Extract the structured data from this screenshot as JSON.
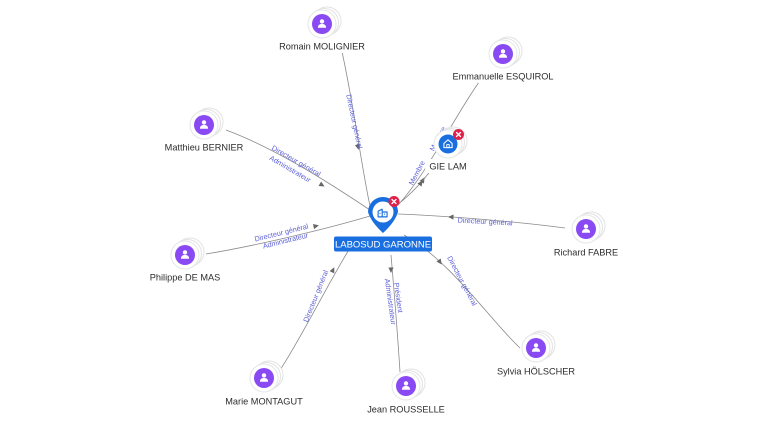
{
  "colors": {
    "person": "#8a4af3",
    "company": "#1a6fe0",
    "edge_label": "#5b5fd6",
    "close_badge": "#e0224b"
  },
  "center": {
    "name": "LABOSUD GARONNE",
    "icon": "building-icon",
    "badge_icon": "close-icon"
  },
  "company_nodes": [
    {
      "name": "GIE LAM",
      "icon": "home-icon",
      "badge_icon": "close-icon"
    }
  ],
  "person_nodes": [
    {
      "name": "Romain MOLIGNIER",
      "icon": "person-icon"
    },
    {
      "name": "Emmanuelle ESQUIROL",
      "icon": "person-icon"
    },
    {
      "name": "Matthieu BERNIER",
      "icon": "person-icon"
    },
    {
      "name": "Richard FABRE",
      "icon": "person-icon"
    },
    {
      "name": "Philippe DE MAS",
      "icon": "person-icon"
    },
    {
      "name": "Sylvia HÖLSCHER",
      "icon": "person-icon"
    },
    {
      "name": "Marie MONTAGUT",
      "icon": "person-icon"
    },
    {
      "name": "Jean ROUSSELLE",
      "icon": "person-icon"
    }
  ],
  "relations": [
    {
      "to": "Romain MOLIGNIER",
      "labels": [
        "Directeur général"
      ]
    },
    {
      "to": "Emmanuelle ESQUIROL",
      "labels": [
        "Membre"
      ]
    },
    {
      "to": "GIE LAM",
      "labels": [
        "Membre"
      ]
    },
    {
      "to": "Matthieu BERNIER",
      "labels": [
        "Directeur général",
        "Administrateur"
      ]
    },
    {
      "to": "Richard FABRE",
      "labels": [
        "Directeur général"
      ]
    },
    {
      "to": "Philippe DE MAS",
      "labels": [
        "Directeur général",
        "Administrateur"
      ]
    },
    {
      "to": "Sylvia HÖLSCHER",
      "labels": [
        "Directeur général"
      ]
    },
    {
      "to": "Marie MONTAGUT",
      "labels": [
        "Directeur général"
      ]
    },
    {
      "to": "Jean ROUSSELLE",
      "labels": [
        "Président",
        "Administrateur"
      ]
    }
  ]
}
